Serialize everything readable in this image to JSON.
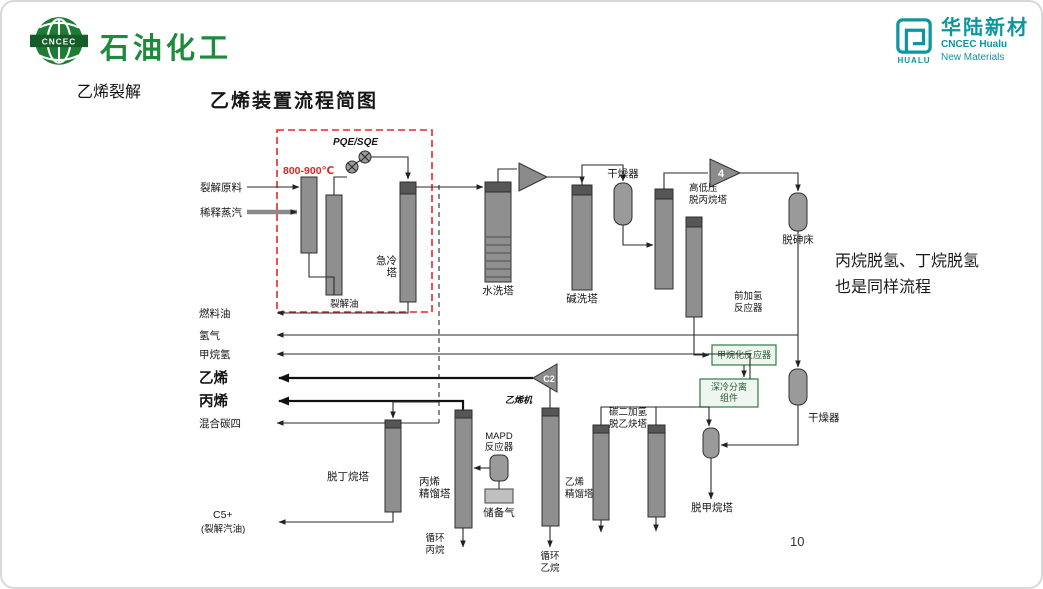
{
  "header": {
    "left_logo": {
      "emblem_text": "CNCEC",
      "brand": "石油化工"
    },
    "right_logo": {
      "icon_caption": "HUALU",
      "brand_cn": "华陆新材",
      "brand_en": "CNCEC Hualu",
      "brand_sub": "New Materials"
    }
  },
  "slide": {
    "section_label": "乙烯裂解",
    "diagram_title": "乙烯装置流程简图",
    "side_note": [
      "丙烷脱氢、丁烷脱氢",
      "也是同样流程"
    ],
    "page_number": "10"
  },
  "diagram": {
    "temperature": "800-900℃",
    "quench_exchanger": "PQE/SQE",
    "streams": {
      "feed": "裂解原料",
      "dilution_steam": "稀释蒸汽",
      "cracked_oil": "裂解油",
      "fuel_oil": "燃料油",
      "hydrogen": "氢气",
      "methane_hydrogen": "甲烷氢",
      "ethylene": "乙烯",
      "propylene": "丙烯",
      "mixed_c4": "混合碳四",
      "c5_plus": "C5+",
      "cracked_gasoline": "(裂解汽油)",
      "recycle_propane": [
        "循环",
        "丙烷"
      ],
      "recycle_ethane": [
        "循环",
        "乙烷"
      ],
      "reserve_gas": "储备气"
    },
    "equipment": {
      "quench_tower": [
        "急冷",
        "塔"
      ],
      "water_wash_tower": "水洗塔",
      "caustic_wash_tower": "碱洗塔",
      "dryer_top": "干燥器",
      "hp_lp_depropanizer": [
        "高低压",
        "脱丙烷塔"
      ],
      "compressor_4": "4",
      "dearsenication_bed": "脱砷床",
      "front_hydrogenation_reactor": [
        "前加氢",
        "反应器"
      ],
      "methanation_reactor": "甲烷化反应器",
      "cold_separation_unit": [
        "深冷分离",
        "组件"
      ],
      "dryer_right": "干燥器",
      "demethanizer": "脱甲烷塔",
      "deacetylene_tower": [
        "碳二加氢",
        "脱乙炔塔"
      ],
      "ethylene_tower": [
        "乙烯",
        "精馏塔"
      ],
      "propylene_tower": [
        "丙烯",
        "精馏塔"
      ],
      "debutanizer": "脱丁烷塔",
      "mapd_reactor": [
        "MAPD",
        "反应器"
      ],
      "c2_compressor": "C2",
      "ethylene_machine": "乙烯机"
    }
  }
}
